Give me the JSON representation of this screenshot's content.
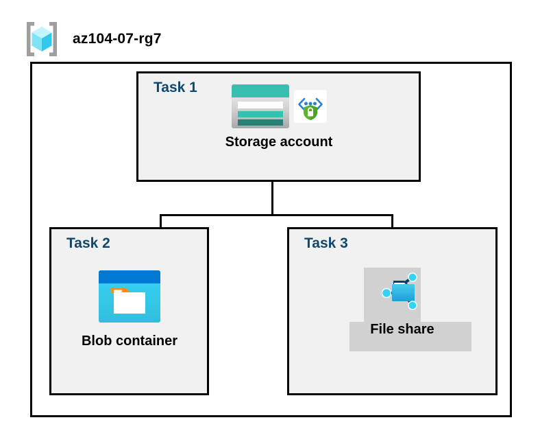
{
  "header": {
    "icon": "resource-group-icon",
    "title": "az104-07-rg7"
  },
  "diagram": {
    "container_name": "resource-group-boundary",
    "tasks": [
      {
        "id": "task-1",
        "label": "Task 1",
        "resource": {
          "name": "Storage account",
          "icons": [
            "storage-account-icon",
            "secure-endpoint-icon"
          ],
          "has_backplate": false
        }
      },
      {
        "id": "task-2",
        "label": "Task 2",
        "resource": {
          "name": "Blob container",
          "icons": [
            "blob-container-icon"
          ],
          "has_backplate": false
        }
      },
      {
        "id": "task-3",
        "label": "Task 3",
        "resource": {
          "name": "File share",
          "icons": [
            "file-share-icon"
          ],
          "has_backplate": true
        }
      }
    ],
    "connectors": [
      {
        "name": "storage-to-bus",
        "from": "Storage account",
        "to": "bus"
      },
      {
        "name": "bus-to-blob-container",
        "from": "bus",
        "to": "Blob container"
      },
      {
        "name": "bus-to-file-share",
        "from": "bus",
        "to": "File share"
      }
    ]
  },
  "colors": {
    "task_label": "#10476e",
    "caption": "#000000",
    "box_border": "#000000",
    "box_fill": "#f1f1f1",
    "backplate": "#d1d1d1",
    "storage_teal": "#37bfb0",
    "storage_teal_dark": "#2b7f75",
    "blob_blue": "#0078d4",
    "blob_cyan": "#32d4f5",
    "blob_orange": "#f78d1e",
    "fileshare_cyan": "#32bedd",
    "fileshare_navy": "#0a3d6e",
    "shield_green": "#5cb52a",
    "chevron_blue": "#2b7fd4",
    "cube_cyan": "#50e6ff",
    "bracket_gray": "#9e9e9e"
  }
}
